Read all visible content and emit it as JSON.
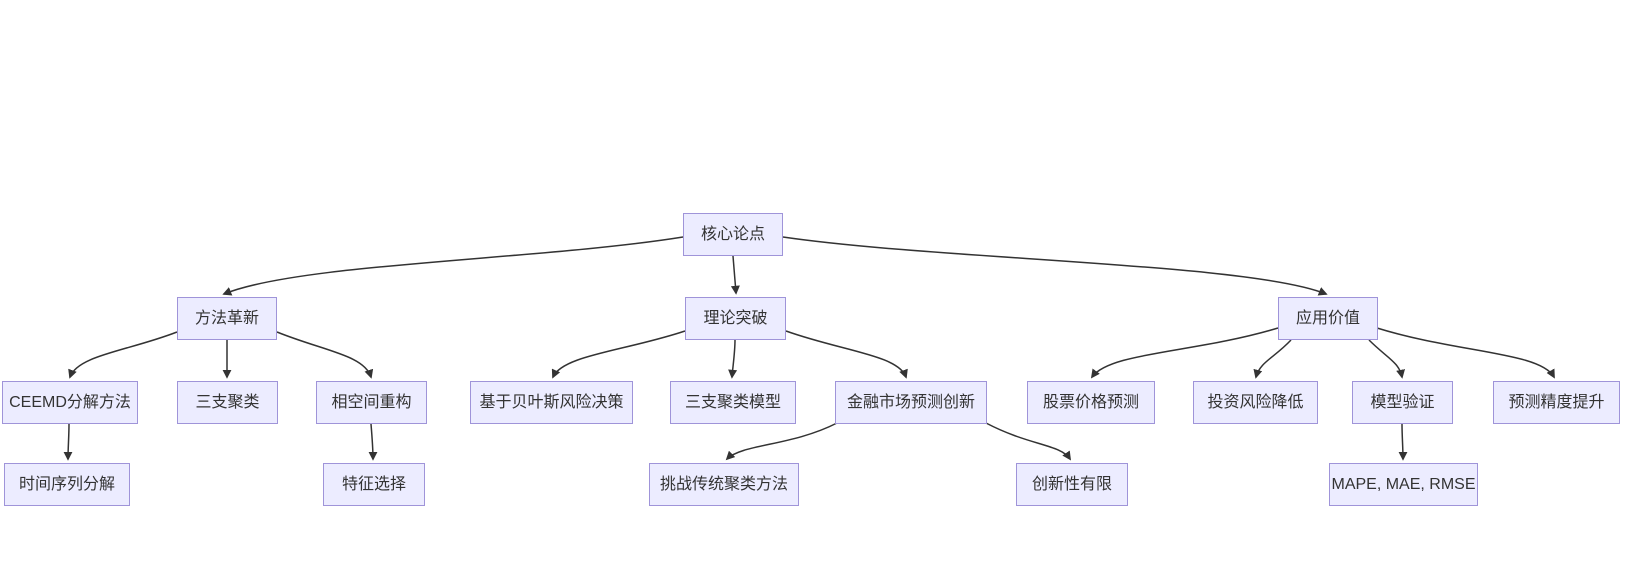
{
  "diagram": {
    "type": "flowchart-top-down",
    "colors": {
      "background": "#ffffff",
      "node_fill": "#ECECFF",
      "node_border": "#9f94d9",
      "edge_color": "#333333",
      "text_color": "#333333"
    },
    "nodes": {
      "core_thesis": {
        "label": "核心论点"
      },
      "method_innovation": {
        "label": "方法革新"
      },
      "theory_breakthrough": {
        "label": "理论突破"
      },
      "application_value": {
        "label": "应用价值"
      },
      "ceemd_decomposition": {
        "label": "CEEMD分解方法"
      },
      "three_way_clustering": {
        "label": "三支聚类"
      },
      "phase_space_reconstruction": {
        "label": "相空间重构"
      },
      "bayesian_risk_decision": {
        "label": "基于贝叶斯风险决策"
      },
      "three_way_clustering_model": {
        "label": "三支聚类模型"
      },
      "financial_market_innovation": {
        "label": "金融市场预测创新"
      },
      "stock_price_prediction": {
        "label": "股票价格预测"
      },
      "investment_risk_reduction": {
        "label": "投资风险降低"
      },
      "model_validation": {
        "label": "模型验证"
      },
      "prediction_accuracy": {
        "label": "预测精度提升"
      },
      "time_series_decomposition": {
        "label": "时间序列分解"
      },
      "feature_selection": {
        "label": "特征选择"
      },
      "challenge_traditional_clustering": {
        "label": "挑战传统聚类方法"
      },
      "limited_novelty": {
        "label": "创新性有限"
      },
      "error_metrics": {
        "label": "MAPE, MAE, RMSE"
      }
    },
    "edges": [
      {
        "from": "core_thesis",
        "to": "method_innovation"
      },
      {
        "from": "core_thesis",
        "to": "theory_breakthrough"
      },
      {
        "from": "core_thesis",
        "to": "application_value"
      },
      {
        "from": "method_innovation",
        "to": "ceemd_decomposition"
      },
      {
        "from": "method_innovation",
        "to": "three_way_clustering"
      },
      {
        "from": "method_innovation",
        "to": "phase_space_reconstruction"
      },
      {
        "from": "ceemd_decomposition",
        "to": "time_series_decomposition"
      },
      {
        "from": "phase_space_reconstruction",
        "to": "feature_selection"
      },
      {
        "from": "theory_breakthrough",
        "to": "bayesian_risk_decision"
      },
      {
        "from": "theory_breakthrough",
        "to": "three_way_clustering_model"
      },
      {
        "from": "theory_breakthrough",
        "to": "financial_market_innovation"
      },
      {
        "from": "financial_market_innovation",
        "to": "challenge_traditional_clustering"
      },
      {
        "from": "financial_market_innovation",
        "to": "limited_novelty"
      },
      {
        "from": "application_value",
        "to": "stock_price_prediction"
      },
      {
        "from": "application_value",
        "to": "investment_risk_reduction"
      },
      {
        "from": "application_value",
        "to": "model_validation"
      },
      {
        "from": "application_value",
        "to": "prediction_accuracy"
      },
      {
        "from": "model_validation",
        "to": "error_metrics"
      }
    ]
  }
}
